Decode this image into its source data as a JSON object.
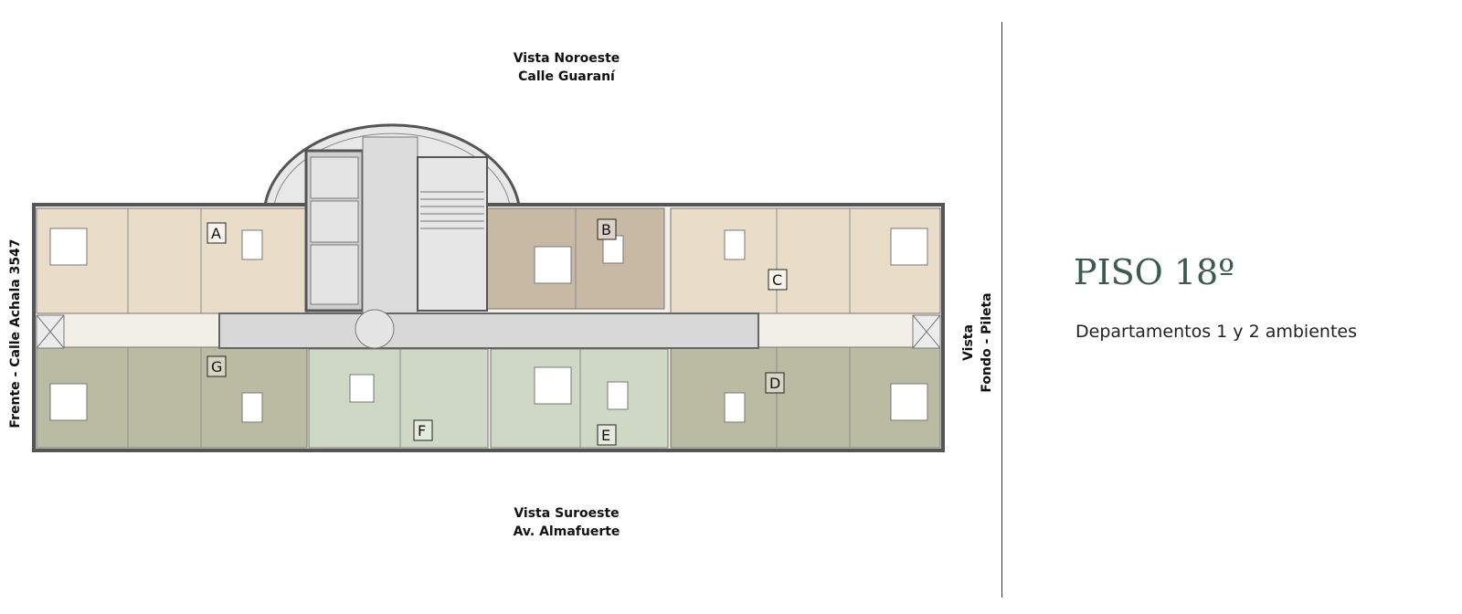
{
  "orientation": {
    "north": {
      "line1": "Vista Noroeste",
      "line2": "Calle Guaraní"
    },
    "south": {
      "line1": "Vista Suroeste",
      "line2": "Av. Almafuerte"
    },
    "west": {
      "line1": "Frente - Calle Achala 3547"
    },
    "east": {
      "line1": "Vista",
      "line2": "Fondo - Pileta"
    }
  },
  "units": [
    {
      "label": "A",
      "color": "#e9ddc9"
    },
    {
      "label": "B",
      "color": "#c8b9a4"
    },
    {
      "label": "C",
      "color": "#e9ddc9"
    },
    {
      "label": "D",
      "color": "#b9bba3"
    },
    {
      "label": "E",
      "color": "#cfd8c5"
    },
    {
      "label": "F",
      "color": "#cfd8c5"
    },
    {
      "label": "G",
      "color": "#b9bba3"
    }
  ],
  "info": {
    "title": "PISO 18º",
    "subtitle": "Departamentos 1 y 2 ambientes"
  }
}
